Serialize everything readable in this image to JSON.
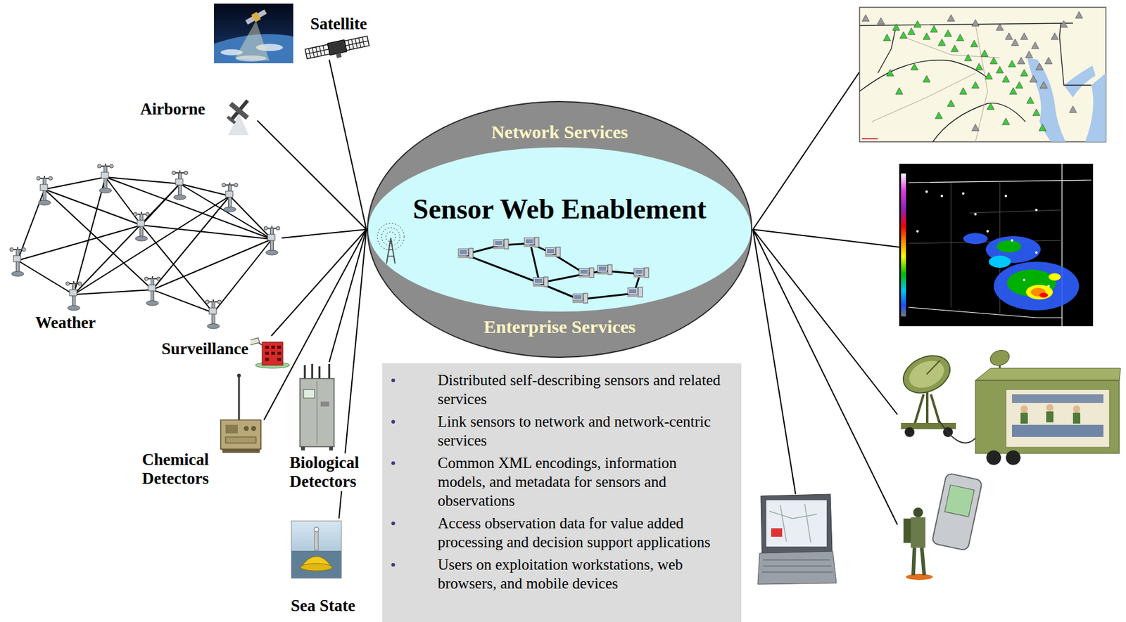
{
  "diagram": {
    "nodes": [
      {
        "text": [
          "Satellite"
        ]
      },
      {
        "text": [
          "Airborne"
        ]
      },
      {
        "text": [
          "Weather"
        ]
      },
      {
        "text": [
          "Surveillance"
        ]
      },
      {
        "text": [
          "Chemical Detectors"
        ]
      },
      {
        "text": [
          "Biological Detectors"
        ]
      },
      {
        "text": [
          "Sea State"
        ]
      },
      {
        "text": [
          "Network Services",
          "Sensor Web Enablement",
          "Enterprise Services"
        ]
      },
      {
        "text": [
          "Distributed self-describing sensors and related services",
          "Link sensors to network and network-centric services",
          "Common XML encodings, information models, and metadata for sensors and observations",
          "Access observation data for value added processing and decision support applications",
          "Users on exploitation workstations, web browsers, and mobile devices"
        ]
      }
    ],
    "edges": [
      {
        "from": 0,
        "to": 7,
        "arrow": "none"
      },
      {
        "from": 1,
        "to": 7,
        "arrow": "none"
      },
      {
        "from": 2,
        "to": 7,
        "arrow": "none"
      },
      {
        "from": 3,
        "to": 7,
        "arrow": "none"
      },
      {
        "from": 4,
        "to": 7,
        "arrow": "none"
      },
      {
        "from": 5,
        "to": 7,
        "arrow": "none"
      },
      {
        "from": 6,
        "to": 7,
        "arrow": "none"
      }
    ]
  }
}
